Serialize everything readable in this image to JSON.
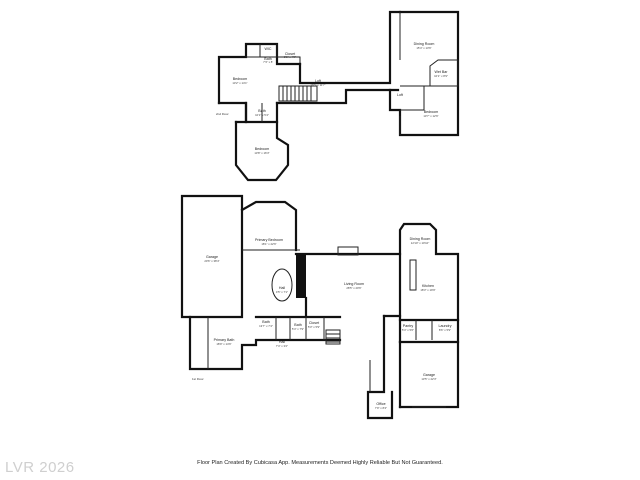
{
  "watermark": "LVR 2026",
  "disclaimer": "Floor Plan Created By Cubicasa App. Measurements Deemed Highly Reliable But Not Guaranteed.",
  "floors": {
    "upper": {
      "rooms": [
        {
          "name": "Bedroom",
          "dim": "13'2\" x 14'1\""
        },
        {
          "name": "Bath",
          "dim": "7'3\" x 8'"
        },
        {
          "name": "Closet",
          "dim": "5'1\" x 4'9\""
        },
        {
          "name": "Loft",
          "dim": "38'5\" x 11'7\""
        },
        {
          "name": "Dining Room",
          "dim": "15'4\" x 13'6\""
        },
        {
          "name": "Wet Bar",
          "dim": "10'1\" x 8'9\""
        },
        {
          "name": "Bath",
          "dim": "10'1\" x 5'4\""
        },
        {
          "name": "Bedroom",
          "dim": "13'7\" x 12'6\""
        },
        {
          "name": "Bedroom",
          "dim": "13'8\" x 16'3\""
        },
        {
          "name": "WIC",
          "dim": ""
        },
        {
          "name": "Loft",
          "dim": ""
        }
      ],
      "labels": [
        "2nd Floor"
      ]
    },
    "main": {
      "rooms": [
        {
          "name": "Garage",
          "dim": "20'6\" x 38'4\""
        },
        {
          "name": "Primary Bedroom",
          "dim": "18'1\" x 22'6\""
        },
        {
          "name": "Hall",
          "dim": "4'5\" x 7'1\""
        },
        {
          "name": "Living Room",
          "dim": "28'5\" x 20'6\""
        },
        {
          "name": "Dining Room",
          "dim": "12'10\" x 10'10\""
        },
        {
          "name": "Kitchen",
          "dim": "18'3\" x 19'9\""
        },
        {
          "name": "Primary Bath",
          "dim": "18'9\" x 14'6\""
        },
        {
          "name": "Bath",
          "dim": "13'7\" x 7'4\""
        },
        {
          "name": "Bath",
          "dim": "5'4\" x 7'9\""
        },
        {
          "name": "Closet",
          "dim": "5'3\" x 5'9\""
        },
        {
          "name": "Hall",
          "dim": "7'4\" x 3'2\""
        },
        {
          "name": "Pantry",
          "dim": "5'4\" x 5'6\""
        },
        {
          "name": "Laundry",
          "dim": "8'6\" x 5'9\""
        },
        {
          "name": "Garage",
          "dim": "13'5\" x 22'3\""
        },
        {
          "name": "Office",
          "dim": "7'9\" x 8'4\""
        }
      ],
      "labels": [
        "1st Floor"
      ]
    }
  }
}
